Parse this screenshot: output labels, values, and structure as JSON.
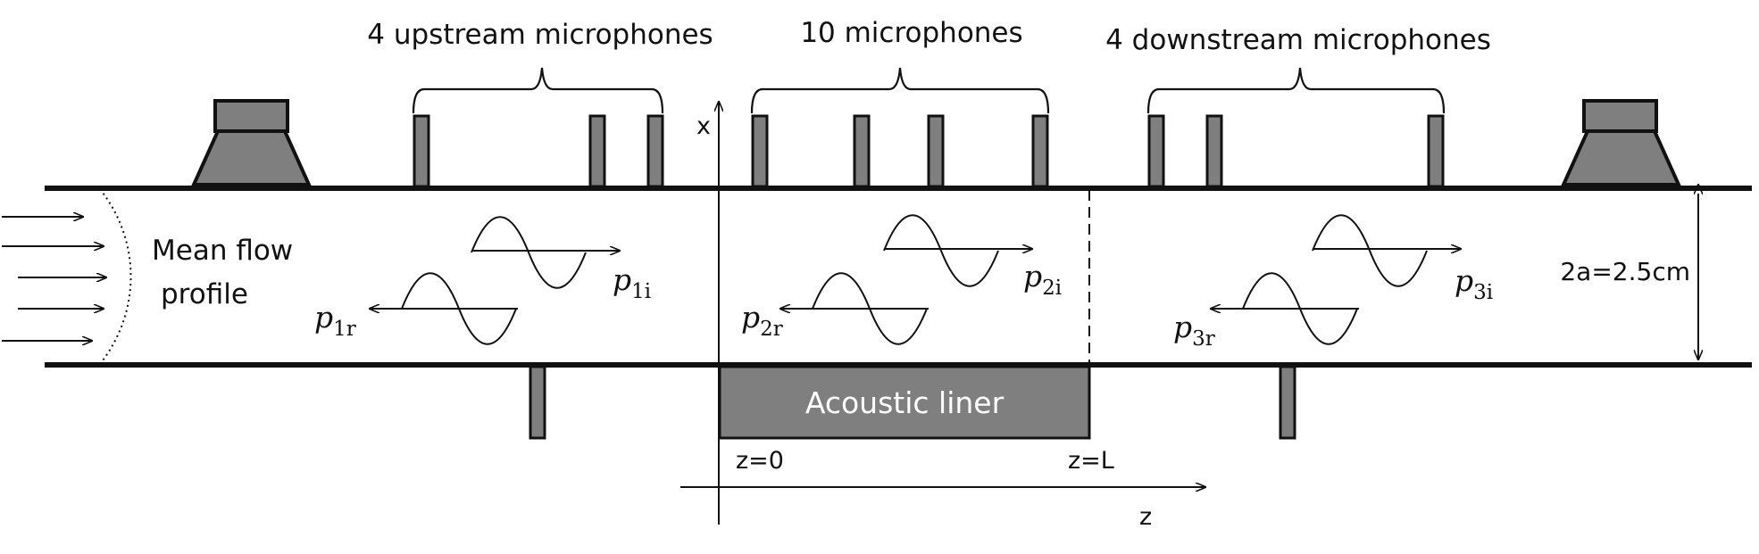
{
  "labels": {
    "upstream_group": "4 upstream microphones",
    "center_group": "10 microphones",
    "downstream_group": "4 downstream microphones",
    "mean_flow_line1": "Mean flow",
    "mean_flow_line2": "profile",
    "liner": "Acoustic liner",
    "z0": "z=0",
    "zL": "z=L",
    "x_axis": "x",
    "z_axis": "z",
    "diameter": "2a=2.5cm"
  },
  "waves": [
    {
      "letter": "p",
      "sub": "1i"
    },
    {
      "letter": "p",
      "sub": "1r"
    },
    {
      "letter": "p",
      "sub": "2i"
    },
    {
      "letter": "p",
      "sub": "2r"
    },
    {
      "letter": "p",
      "sub": "3i"
    },
    {
      "letter": "p",
      "sub": "3r"
    }
  ],
  "colors": {
    "line": "#111111",
    "component_fill": "#7f7f7f"
  }
}
